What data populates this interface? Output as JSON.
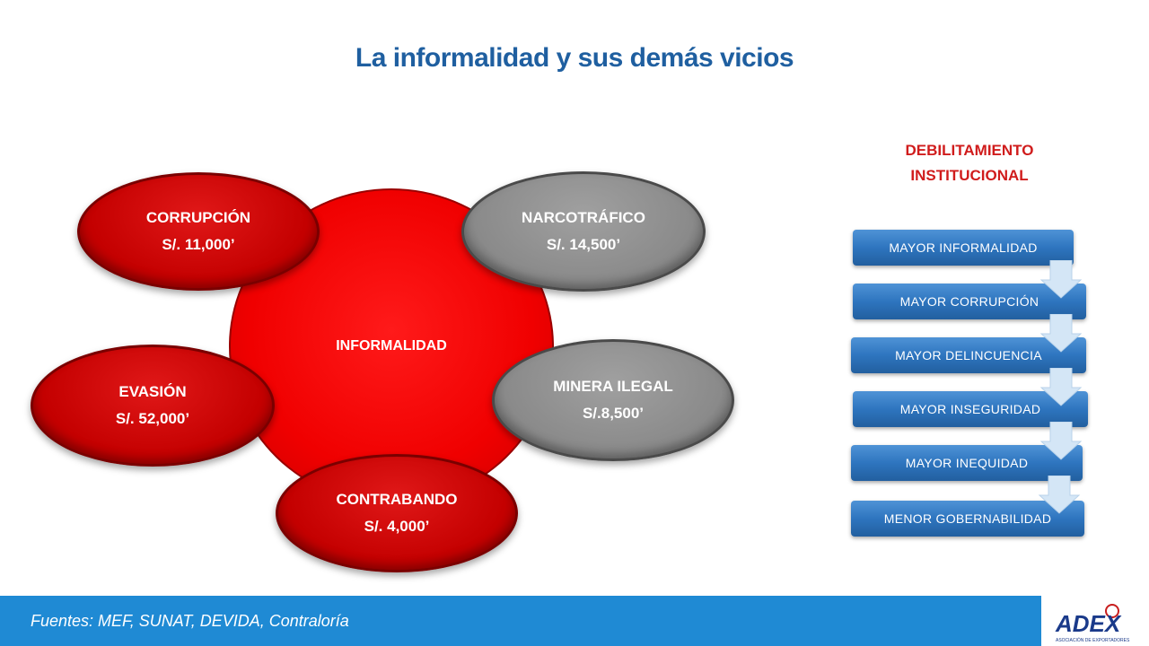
{
  "title": "La informalidad  y sus demás vicios",
  "diagram": {
    "center": "INFORMALIDAD",
    "nodes": [
      {
        "id": "corrupcion",
        "name": "CORRUPCIÓN",
        "value": "S/. 11,000’",
        "color": "red"
      },
      {
        "id": "narcotrafico",
        "name": "NARCOTRÁFICO",
        "value": "S/. 14,500’",
        "color": "gray"
      },
      {
        "id": "evasion",
        "name": "EVASIÓN",
        "value": "S/. 52,000’",
        "color": "red"
      },
      {
        "id": "minera",
        "name": "MINERA ILEGAL",
        "value": "S/.8,500’",
        "color": "gray"
      },
      {
        "id": "contrabando",
        "name": "CONTRABANDO",
        "value": "S/. 4,000’",
        "color": "red"
      }
    ]
  },
  "debilitamiento": {
    "title_line1": "DEBILITAMIENTO",
    "title_line2": "INSTITUCIONAL",
    "steps": [
      "MAYOR INFORMALIDAD",
      "MAYOR CORRUPCIÓN",
      "MAYOR DELINCUENCIA",
      "MAYOR INSEGURIDAD",
      "MAYOR INEQUIDAD",
      "MENOR GOBERNABILIDAD"
    ]
  },
  "footer": {
    "sources": "Fuentes: MEF, SUNAT, DEVIDA, Contraloría"
  },
  "logo": {
    "text": "ADEX",
    "tagline": "ASOCIACIÓN DE EXPORTADORES"
  },
  "colors": {
    "title": "#1f5fa0",
    "accent_red": "#d01c1c",
    "footer_bg": "#1f8ad4",
    "chain_blue": "#2e75bf"
  }
}
